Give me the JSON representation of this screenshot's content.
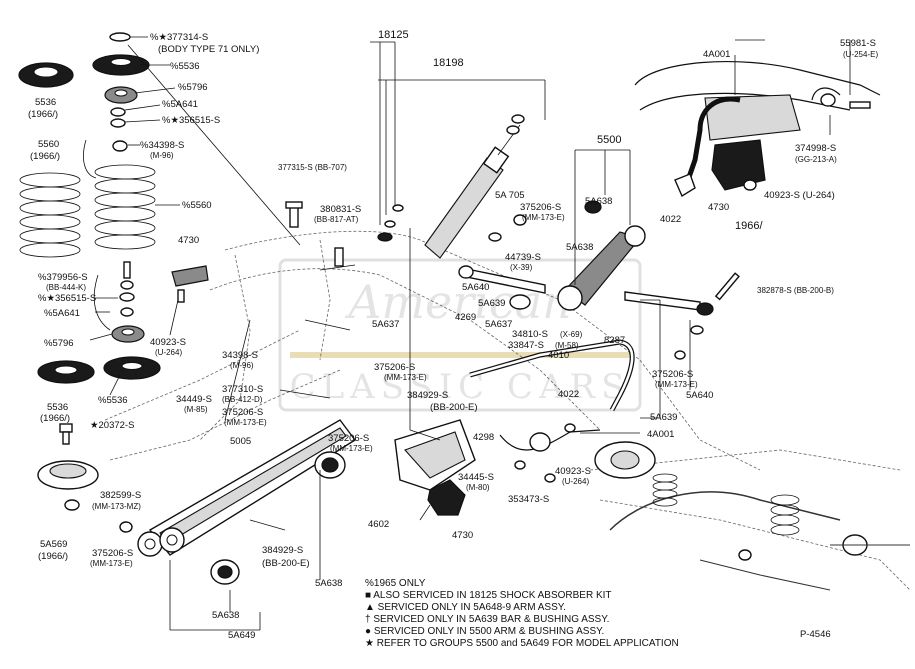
{
  "diagram_id": "P-4546",
  "side_note": "1966/",
  "watermark": {
    "line1": "American",
    "line2": "CLASSIC CARS"
  },
  "labels": {
    "377314": "%★377314-S",
    "body_type": "(BODY TYPE 71 ONLY)",
    "5536a": "%5536",
    "5796a": "%5796",
    "5A641a": "%5A641",
    "356515a": "%★356515-S",
    "34398a": "%34398-S",
    "34398a_code": "(M-96)",
    "5560a": "%5560",
    "5536_1966": "5536",
    "5536_1966_yr": "(1966/)",
    "5560_1966": "5560",
    "5560_1966_yr": "(1966/)",
    "379956": "%379956-S",
    "379956_code": "(BB-444-K)",
    "356515b": "%★356515-S",
    "5A641b": "%5A641",
    "4730a": "4730",
    "40923a": "40923-S",
    "40923a_code": "(U-264)",
    "5796b": "%5796",
    "5536b": "%5536",
    "5536_1966b": "5536",
    "5536_1966b_yr": "(1966/)",
    "20372": "★20372-S",
    "382599": "382599-S",
    "382599_code": "(MM-173-MZ)",
    "5A569": "5A569",
    "5A569_yr": "(1966/)",
    "375206a": "375206-S",
    "375206a_code": "(MM-173-E)",
    "377315": "377315-S (BB-707)",
    "380831": "380831-S",
    "380831_code": "(BB-817-AT)",
    "18125": "18125",
    "18198": "18198",
    "5A705": "5A 705",
    "375206b": "375206-S",
    "375206b_code": "(MM-173-E)",
    "5A638a": "5A638",
    "5500": "5500",
    "5A638b": "5A638",
    "44739": "44739-S",
    "44739_code": "(X-39)",
    "5A640a": "5A640",
    "5A639a": "5A639",
    "4269": "4269",
    "5A637a": "5A637",
    "5A637b": "5A637",
    "34810": "34810-S",
    "34810_code": "(X-69)",
    "33847": "33847-S",
    "33847_code": "(M-58)",
    "8287": "8287",
    "4010": "4010",
    "34398b": "34398-S",
    "34398b_code": "(M-96)",
    "375206c": "375206-S",
    "375206c_code": "(MM-173-E)",
    "34449": "34449-S",
    "34449_code": "(M-85)",
    "377310": "377310-S",
    "377310_code": "(BB-412-D)",
    "375206d": "375206-S",
    "375206d_code": "(MM-173-E)",
    "384929a": "384929-S",
    "384929a_code": "(BB-200-E)",
    "4022a": "4022",
    "5005": "5005",
    "375206e": "375206-S",
    "375206e_code": "(MM-173-E)",
    "4298": "4298",
    "4A001a": "4A001",
    "40923b": "40923-S",
    "40923b_code": "(U-264)",
    "34445": "34445-S",
    "34445_code": "(M-80)",
    "353473": "353473-S",
    "4602": "4602",
    "4730b": "4730",
    "384929b": "384929-S",
    "384929b_code": "(BB-200-E)",
    "5A638c": "5A638",
    "5A638d": "5A638",
    "5A649": "5A649",
    "4A001b": "4A001",
    "55981": "55981-S",
    "55981_code": "(U-254-E)",
    "374998": "374998-S",
    "374998_code": "(GG-213-A)",
    "40923c": "40923-S (U-264)",
    "4022b": "4022",
    "4730c": "4730",
    "382878": "382878-S (BB-200-B)",
    "375206f": "375206-S",
    "375206f_code": "(MM-173-E)",
    "5A640b": "5A640",
    "5A639b": "5A639"
  },
  "legend": [
    "%1965 ONLY",
    "■ ALSO SERVICED IN 18125 SHOCK ABSORBER KIT",
    "▲ SERVICED ONLY IN 5A648-9 ARM ASSY.",
    "† SERVICED ONLY IN 5A639 BAR & BUSHING ASSY.",
    "● SERVICED ONLY IN 5500 ARM & BUSHING ASSY.",
    "★ REFER TO GROUPS 5500 and 5A649 FOR MODEL APPLICATION"
  ]
}
